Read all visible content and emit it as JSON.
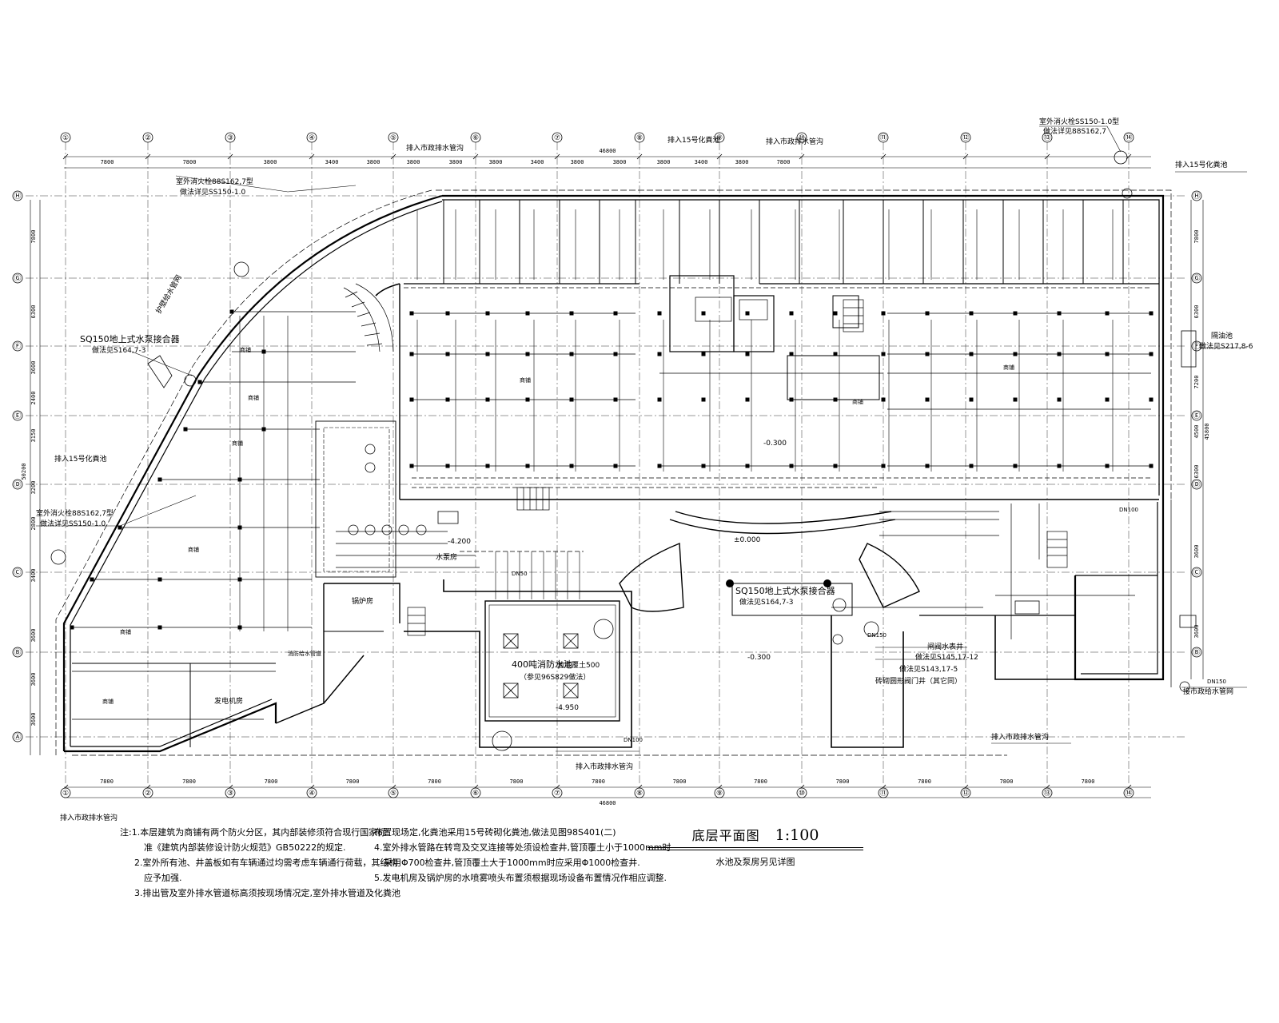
{
  "drawing": {
    "title": "底层平面图",
    "scale": "1:100",
    "subtitle": "水池及泵房另见详图"
  },
  "grid": {
    "columns": [
      "①",
      "②",
      "③",
      "④",
      "⑤",
      "⑥",
      "⑦",
      "⑧",
      "⑨",
      "⑩",
      "⑪",
      "⑫",
      "⑬",
      "⑭"
    ],
    "rows": [
      "Ⓗ",
      "Ⓖ",
      "Ⓕ",
      "Ⓔ",
      "Ⓓ",
      "Ⓒ",
      "Ⓑ",
      "Ⓐ"
    ],
    "top_dims": [
      "7800",
      "7800",
      "3800",
      "3400",
      "3800",
      "3800",
      "3800",
      "3800",
      "3400",
      "3800",
      "3800",
      "3800",
      "3400",
      "3800",
      "7800"
    ],
    "bottom_dims": [
      "7800",
      "7800",
      "7800",
      "7800",
      "7800",
      "7800",
      "7800",
      "7800",
      "7800",
      "7800",
      "7800",
      "7800",
      "7800"
    ],
    "overall_top": "46800",
    "overall_bottom": "46800",
    "left_dims": [
      "7800",
      "6300",
      "3600",
      "2400",
      "3150",
      "3200",
      "2800",
      "3400",
      "3600",
      "3600",
      "3600"
    ],
    "right_dims": [
      "7800",
      "6300",
      "7200",
      "4500",
      "6300",
      "3600",
      "3600"
    ],
    "overall_left": "50200",
    "overall_right": "45800"
  },
  "annotations": {
    "hydrant_top_right_1": "室外消火栓SS150-1.0型",
    "hydrant_top_right_2": "做法详见88S162,7",
    "hydrant_left_top_1": "室外消火栓88S162,7型",
    "hydrant_left_top_2": "做法详见SS150-1.0",
    "hydrant_left_mid_1": "室外消火栓88S162,7型",
    "hydrant_left_mid_2": "做法详见SS150-1.0",
    "connect_septic_top": "排入15号化粪池",
    "connect_septic_right": "排入15号化粪池",
    "connect_septic_left": "排入15号化粪池",
    "connect_drain_top": "排入市政排水管沟",
    "connect_drain_top2": "排入市政排水管沟",
    "connect_drain_bottom": "排入市政排水管沟",
    "connect_drain_bottom2": "排入市政排水管沟",
    "connect_drain_left": "排入市政排水管沟",
    "connect_supply_right": "接市政给水管网",
    "hydrant_adapter_1": "SQ150地上式水泵接合器",
    "hydrant_adapter_1_ref": "做法见S164,7-3",
    "hydrant_adapter_2": "SQ150地上式水泵接合器",
    "hydrant_adapter_2_ref": "做法见S164,7-3",
    "oil_trap": "隔油池",
    "oil_trap_ref": "做法见S217,8-6",
    "level_0": "±0.000",
    "level_neg300_1": "-0.300",
    "level_neg300_2": "-0.300",
    "level_neg4200": "-4.200",
    "level_neg4950": "-4.950",
    "pool": "400吨消防水池",
    "pool_size": "池底覆土500",
    "pool_ref": "（参见96S829做法）",
    "pump_room": "水泵房",
    "boiler_room": "锅炉房",
    "gen_room": "发电机房",
    "valve_well_1": "闸阀水表井",
    "valve_well_1_ref": "做法见S145,17-12",
    "valve_well_2_ref": "做法见S143,17-5",
    "valve_well_3": "砖砌圆形阀门井（其它同）",
    "shop": "商铺",
    "fire_pipe": "消防给水管道",
    "pipe_dn150": "DN150",
    "pipe_dn100": "DN100",
    "pipe_dn50": "DN50",
    "river_label": "护壁给水管网"
  },
  "notes": {
    "label": "注:",
    "n1a": "1.本层建筑为商铺有两个防火分区，其内部装修须符合现行国家标",
    "n1b": "准《建筑内部装修设计防火规范》GB50222的规定.",
    "n2a": "2.室外所有池、井盖板如有车辆通过均需考虑车辆通行荷载，其结构",
    "n2b": "应予加强.",
    "n3a": "3.排出管及室外排水管道标高须按现场情况定,室外排水管道及化粪池",
    "n3b": "布置现场定,化粪池采用15号砖砌化粪池,做法见图98S401(二)",
    "n4a": "4.室外排水管路在转弯及交叉连接等处须设检查井,管顶覆土小于1000mm时",
    "n4b": "采用Φ700检查井,管顶覆土大于1000mm时应采用Φ1000检查井.",
    "n5": "5.发电机房及锅炉房的水喷雾喷头布置须根据现场设备布置情况作相应调整."
  }
}
